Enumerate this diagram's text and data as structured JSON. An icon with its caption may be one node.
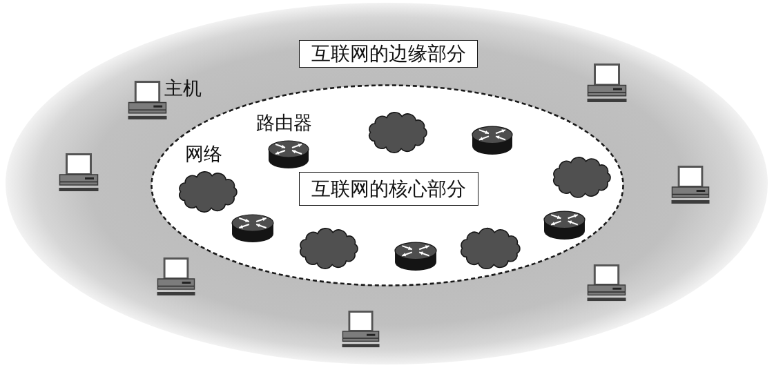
{
  "diagram": {
    "nodes": [
      {
        "text": [],
        "shape": "ellipse"
      },
      {
        "text": [
          "互联网的边缘部分"
        ],
        "in": 0
      },
      {
        "text": [],
        "shape": "picture",
        "in": 0,
        "beside": [
          "主机"
        ]
      },
      {
        "text": [],
        "shape": "picture",
        "in": 0
      },
      {
        "text": [],
        "shape": "ellipse",
        "in": 0
      },
      {
        "text": [],
        "shape": "cylinder",
        "in": 4,
        "beside": [
          "路由器"
        ]
      },
      {
        "text": [],
        "shape": "cloud",
        "in": 4
      },
      {
        "text": [],
        "shape": "cylinder",
        "in": 4
      },
      {
        "text": [],
        "shape": "cloud",
        "in": 4,
        "beside": [
          "网络"
        ]
      },
      {
        "text": [
          "互联网的核心部分"
        ],
        "in": 4
      },
      {
        "text": [],
        "shape": "cloud",
        "in": 4
      },
      {
        "text": [],
        "shape": "picture",
        "in": 0
      },
      {
        "text": [],
        "shape": "picture",
        "in": 0
      },
      {
        "text": [],
        "shape": "cylinder",
        "in": 4
      },
      {
        "text": [],
        "shape": "cylinder",
        "in": 4
      },
      {
        "text": [],
        "shape": "cloud",
        "in": 4
      },
      {
        "text": [],
        "shape": "cylinder",
        "in": 4
      },
      {
        "text": [],
        "shape": "cloud",
        "in": 4
      },
      {
        "text": [],
        "shape": "picture",
        "in": 0
      },
      {
        "text": [],
        "shape": "picture",
        "in": 0
      },
      {
        "text": [],
        "shape": "picture",
        "in": 0
      }
    ]
  }
}
